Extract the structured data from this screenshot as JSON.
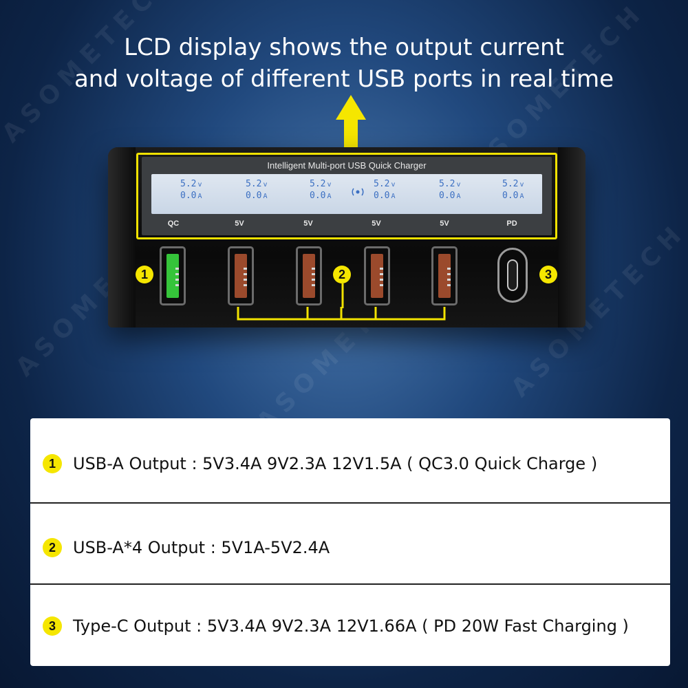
{
  "watermark": "ASOMETECH",
  "headline": {
    "line1": "LCD display shows the output current",
    "line2": "and voltage of different USB ports in real time"
  },
  "lcd": {
    "title": "Intelligent Multi-port USB Quick Charger",
    "readings": [
      {
        "voltage": "5.2",
        "v_unit": "v",
        "current": "0.0",
        "a_unit": "A"
      },
      {
        "voltage": "5.2",
        "v_unit": "v",
        "current": "0.0",
        "a_unit": "A"
      },
      {
        "voltage": "5.2",
        "v_unit": "v",
        "current": "0.0",
        "a_unit": "A"
      },
      {
        "voltage": "5.2",
        "v_unit": "v",
        "current": "0.0",
        "a_unit": "A"
      },
      {
        "voltage": "5.2",
        "v_unit": "v",
        "current": "0.0",
        "a_unit": "A"
      },
      {
        "voltage": "5.2",
        "v_unit": "v",
        "current": "0.0",
        "a_unit": "A"
      }
    ],
    "port_labels": [
      "QC",
      "5V",
      "5V",
      "5V",
      "5V",
      "PD"
    ]
  },
  "badges": [
    "1",
    "2",
    "3"
  ],
  "colors": {
    "accent_yellow": "#f5e600",
    "qc_port_green": "#35c43a",
    "std_port_brown": "#9b4a2c",
    "lcd_digits": "#3b6fc2"
  },
  "specs": [
    {
      "num": "1",
      "text": "USB-A Output : 5V3.4A 9V2.3A 12V1.5A ( QC3.0 Quick Charge )"
    },
    {
      "num": "2",
      "text": "USB-A*4 Output : 5V1A-5V2.4A"
    },
    {
      "num": "3",
      "text": "Type-C Output : 5V3.4A 9V2.3A 12V1.66A ( PD 20W Fast Charging )"
    }
  ]
}
